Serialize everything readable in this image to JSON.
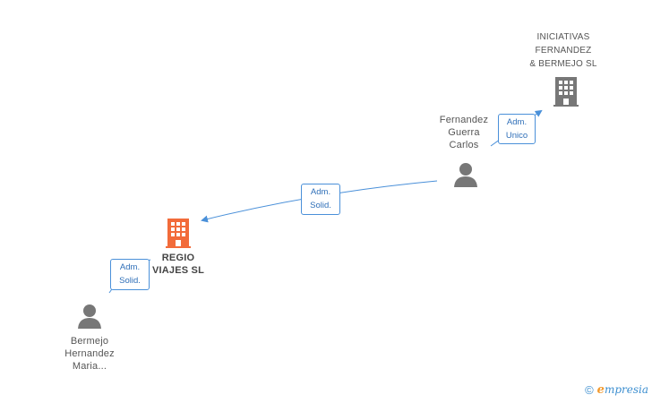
{
  "nodes": {
    "regio_viajes": {
      "type": "company",
      "color": "#f26b3a",
      "label_lines": [
        "REGIO",
        "VIAJES SL"
      ]
    },
    "iniciativas": {
      "type": "company",
      "color": "#777777",
      "label_lines": [
        "INICIATIVAS",
        "FERNANDEZ",
        "& BERMEJO SL"
      ]
    },
    "fernandez": {
      "type": "person",
      "color": "#777777",
      "label_lines": [
        "Fernandez",
        "Guerra",
        "Carlos"
      ]
    },
    "bermejo": {
      "type": "person",
      "color": "#777777",
      "label_lines": [
        "Bermejo",
        "Hernandez",
        "Maria..."
      ]
    }
  },
  "relations": [
    {
      "from": "fernandez",
      "to": "iniciativas",
      "label_lines": [
        "Adm.",
        "Unico"
      ]
    },
    {
      "from": "fernandez",
      "to": "regio_viajes",
      "label_lines": [
        "Adm.",
        "Solid."
      ]
    },
    {
      "from": "bermejo",
      "to": "regio_viajes",
      "label_lines": [
        "Adm.",
        "Solid."
      ]
    }
  ],
  "colors": {
    "edge": "#4a90d9"
  },
  "footer": {
    "copyright": "©",
    "brand_initial": "e",
    "brand_rest": "mpresia"
  }
}
